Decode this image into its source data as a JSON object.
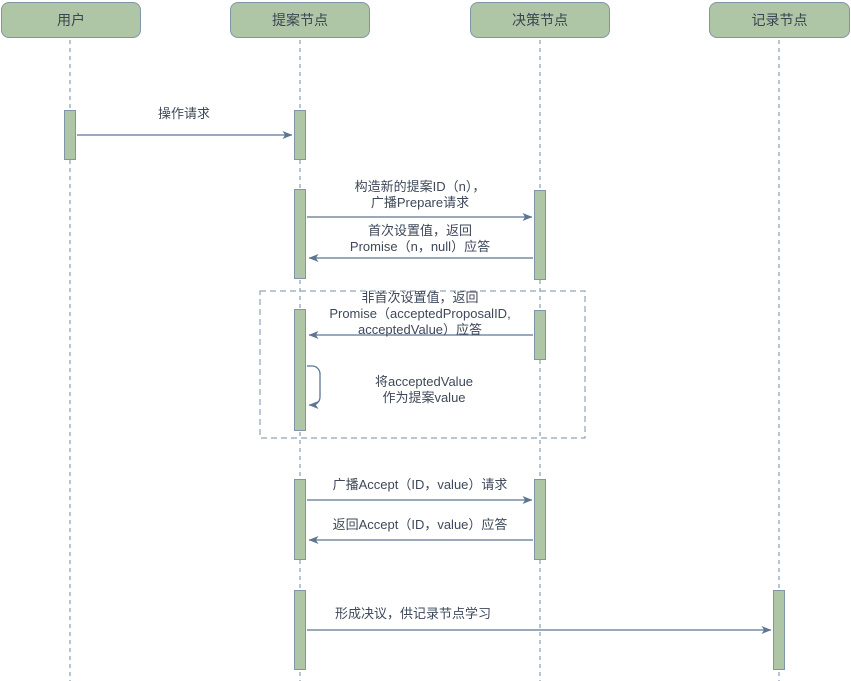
{
  "diagram_type": "sequence-diagram",
  "actors": [
    {
      "label": "用户"
    },
    {
      "label": "提案节点"
    },
    {
      "label": "决策节点"
    },
    {
      "label": "记录节点"
    }
  ],
  "messages": [
    {
      "label": "操作请求",
      "from": "用户",
      "to": "提案节点",
      "direction": "right"
    },
    {
      "label": "构造新的提案ID（n），\n广播Prepare请求",
      "from": "提案节点",
      "to": "决策节点",
      "direction": "right"
    },
    {
      "label": "首次设置值，返回\nPromise（n，null）应答",
      "from": "决策节点",
      "to": "提案节点",
      "direction": "left"
    },
    {
      "label": "非首次设置值，返回\nPromise（acceptedProposalID,\nacceptedValue）应答",
      "from": "决策节点",
      "to": "提案节点",
      "direction": "left"
    },
    {
      "label": "将acceptedValue\n作为提案value",
      "from": "提案节点",
      "to": "提案节点",
      "direction": "self"
    },
    {
      "label": "广播Accept（ID，value）请求",
      "from": "提案节点",
      "to": "决策节点",
      "direction": "right"
    },
    {
      "label": "返回Accept（ID，value）应答",
      "from": "决策节点",
      "to": "提案节点",
      "direction": "left"
    },
    {
      "label": "形成决议，供记录节点学习",
      "from": "提案节点",
      "to": "记录节点",
      "direction": "right"
    }
  ],
  "fragment": {
    "label": ""
  },
  "colors": {
    "shape_fill": "#aec6a5",
    "shape_border": "#8094aa",
    "line": "#5d7595",
    "lifeline_dash": "#8a9db5",
    "fragment_dash": "#93a2b8",
    "text": "#3e4859",
    "background": "#ffffff"
  }
}
